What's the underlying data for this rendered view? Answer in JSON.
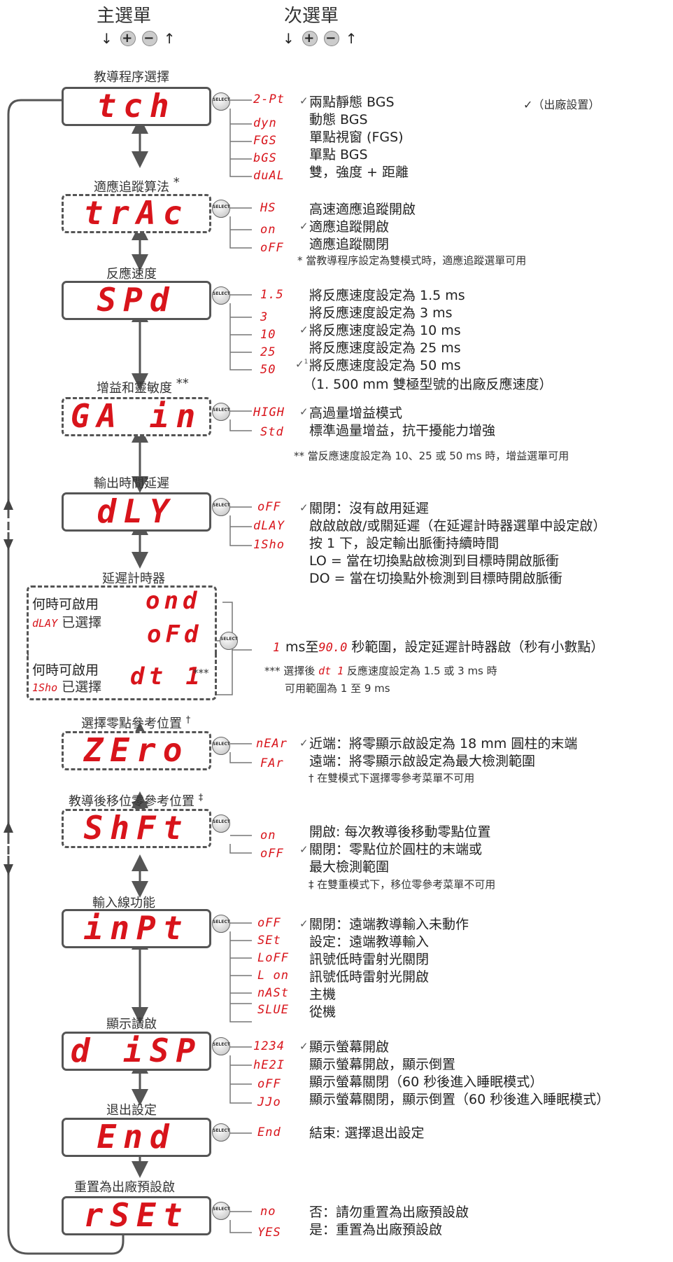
{
  "header": {
    "main_menu": "主選單",
    "sub_menu": "次選單",
    "nav_down": "↓",
    "nav_plus": "+",
    "nav_minus": "−",
    "nav_up": "↑"
  },
  "select_label": "SELECT",
  "factory_default_note": "✓（出廠設置）",
  "check": "✓",
  "sections": [
    {
      "title": "教導程序選擇",
      "display": "tch",
      "dashed": false,
      "items": [
        {
          "code": "2-Pt",
          "label": "兩點靜態 BGS",
          "default": true
        },
        {
          "code": "dyn",
          "label": "動態 BGS",
          "default": false
        },
        {
          "code": "FGS",
          "label": "單點視窗 (FGS)",
          "default": false
        },
        {
          "code": "bGS",
          "label": "單點 BGS",
          "default": false
        },
        {
          "code": "duAL",
          "label": "雙，強度 + 距離",
          "default": false
        }
      ]
    },
    {
      "title": "適應追蹤算法",
      "title_mark": "*",
      "display": "trAc",
      "dashed": true,
      "items": [
        {
          "code": "HS",
          "label": "高速適應追蹤開啟",
          "default": false
        },
        {
          "code": "on",
          "label": "適應追蹤開啟",
          "default": true
        },
        {
          "code": "oFF",
          "label": "適應追蹤關閉",
          "default": false
        }
      ],
      "note": "* 當教導程序設定為雙模式時，適應追蹤選單可用"
    },
    {
      "title": "反應速度",
      "display": "SPd",
      "dashed": false,
      "items": [
        {
          "code": "1.5",
          "label": "將反應速度設定為 1.5 ms",
          "default": false
        },
        {
          "code": "3",
          "label": "將反應速度設定為 3 ms",
          "default": false
        },
        {
          "code": "10",
          "label": "將反應速度設定為 10 ms",
          "default": true
        },
        {
          "code": "25",
          "label": "將反應速度設定為 25 ms",
          "default": false
        },
        {
          "code": "50",
          "label": "將反應速度設定為 50 ms",
          "default": true,
          "mark": "1"
        }
      ],
      "note": "（1. 500 mm 雙極型號的出廠反應速度）"
    },
    {
      "title": "增益和靈敏度",
      "title_mark": "**",
      "display": "GA in",
      "dashed": true,
      "items": [
        {
          "code": "HIGH",
          "label": "高過量增益模式",
          "default": true
        },
        {
          "code": "Std",
          "label": "標準過量增益，抗干擾能力增強",
          "default": false
        }
      ],
      "note": "** 當反應速度設定為 10、25 或 50 ms 時，增益選單可用"
    },
    {
      "title": "輸出時間延遲",
      "display": "dLY",
      "dashed": false,
      "items": [
        {
          "code": "oFF",
          "label": "關閉：沒有啟用延遲",
          "default": true
        },
        {
          "code": "dLAY",
          "label": "啟啟啟啟/或關延遲（在延遲計時器選單中設定啟）",
          "default": false
        },
        {
          "code": "1Sho",
          "label": "按 1 下，設定輸出脈衝持續時間",
          "default": false
        }
      ],
      "extra": [
        "LO = 當在切換點啟檢測到目標時開啟脈衝",
        "DO = 當在切換點外檢測到目標時開啟脈衝"
      ]
    },
    {
      "title": "延遲計時器",
      "when1": "何時可啟用",
      "cond1_code": "dLAY",
      "cond1": "已選擇",
      "disp1": "ond",
      "disp2": "oFd",
      "when2": "何時可啟用",
      "cond2_code": "1Sho",
      "cond2": "已選擇",
      "disp3": "dt 1",
      "disp3_mark": "***",
      "range_code": "1",
      "range_mid": "90.0",
      "range_pre": "ms至",
      "range_post": "秒範圍，設定延遲計時器啟（秒有小數點）",
      "note_prefix": "*** 選擇後",
      "note_code": "dt 1",
      "note1": "反應速度設定為 1.5 或 3 ms 時",
      "note2": "可用範圍為 1 至 9 ms"
    },
    {
      "title": "選擇零點參考位置",
      "title_mark": "†",
      "display": "ZEro",
      "dashed": true,
      "items": [
        {
          "code": "nEAr",
          "label": "近端：將零顯示啟設定為 18 mm 圓柱的末端",
          "default": true
        },
        {
          "code": "FAr",
          "label": "遠端：將零顯示啟設定為最大檢測範圍",
          "default": false
        }
      ],
      "note": "† 在雙模式下選擇零參考菜單不可用"
    },
    {
      "title": "教導後移位零參考位置",
      "title_mark": "‡",
      "display": "ShFt",
      "dashed": true,
      "items": [
        {
          "code": "on",
          "label": "開啟: 每次教導後移動零點位置",
          "default": false
        },
        {
          "code": "oFF",
          "label": "關閉：零點位於圓柱的末端或",
          "default": true
        }
      ],
      "extra": [
        "最大檢測範圍"
      ],
      "note": "‡ 在雙重模式下，移位零參考菜單不可用"
    },
    {
      "title": "輸入線功能",
      "display": "inPt",
      "dashed": false,
      "items": [
        {
          "code": "oFF",
          "label": "關閉：遠端教導輸入未動作",
          "default": true
        },
        {
          "code": "SEt",
          "label": "設定：遠端教導輸入",
          "default": false
        },
        {
          "code": "LoFF",
          "label": "訊號低時雷射光關閉",
          "default": false
        },
        {
          "code": "L on",
          "label": "訊號低時雷射光開啟",
          "default": false
        },
        {
          "code": "nASt",
          "label": "主機",
          "default": false
        },
        {
          "code": "SLUE",
          "label": "從機",
          "default": false
        }
      ]
    },
    {
      "title": "顯示讀啟",
      "display": "d iSP",
      "dashed": false,
      "items": [
        {
          "code": "1234",
          "label": "顯示螢幕開啟",
          "default": true
        },
        {
          "code": "hE2I",
          "label": "顯示螢幕開啟，顯示倒置",
          "default": false
        },
        {
          "code": "oFF",
          "label": "顯示螢幕關閉（60 秒後進入睡眠模式）",
          "default": false
        },
        {
          "code": "JJo",
          "label": "顯示螢幕關閉，顯示倒置（60 秒後進入睡眠模式）",
          "default": false
        }
      ]
    },
    {
      "title": "退出設定",
      "display": "End",
      "dashed": false,
      "items": [
        {
          "code": "End",
          "label": "結束: 選擇退出設定",
          "default": false
        }
      ]
    },
    {
      "title": "重置為出廠預設啟",
      "display": "rSEt",
      "dashed": false,
      "items": [
        {
          "code": "no",
          "label": "否：請勿重置為出廠預設啟",
          "default": false
        },
        {
          "code": "YES",
          "label": "是：重置為出廠預設啟",
          "default": false
        }
      ]
    }
  ]
}
